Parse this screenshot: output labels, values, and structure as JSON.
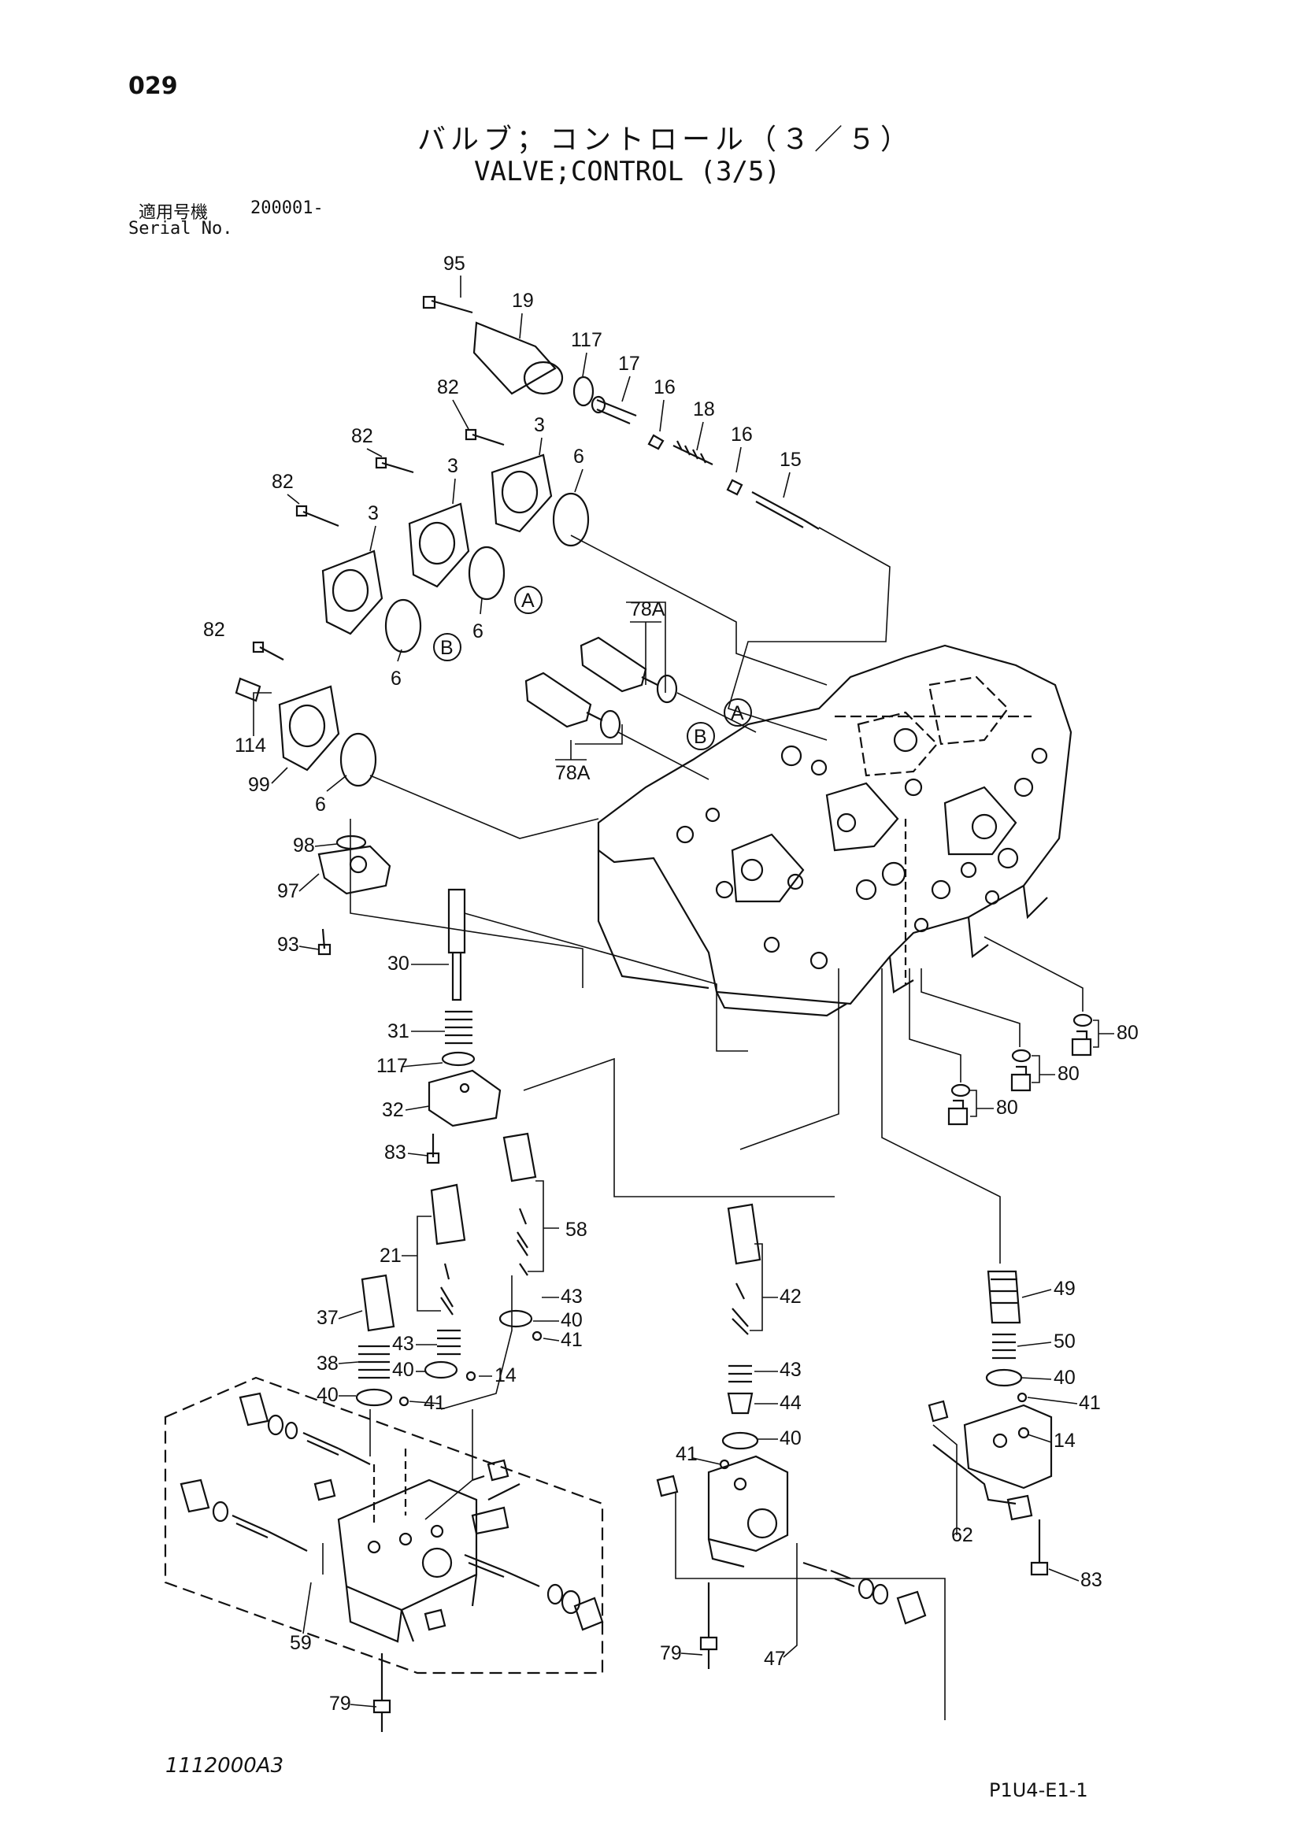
{
  "header": {
    "page_number": "029",
    "title_jp": "バルブ；コントロール（３／５）",
    "title_en": "VALVE;CONTROL (3/5)",
    "serial_label_jp": "適用号機",
    "serial_value": "200001-",
    "serial_label_en": "Serial No."
  },
  "footer": {
    "drawing_code": "1112000A3",
    "sheet_code": "P1U4-E1-1"
  },
  "callouts": {
    "p95": "95",
    "p19": "19",
    "p117a": "117",
    "p17": "17",
    "p16a": "16",
    "p18": "18",
    "p16b": "16",
    "p15": "15",
    "p82a": "82",
    "p82b": "82",
    "p82c": "82",
    "p82d": "82",
    "p3a": "3",
    "p3b": "3",
    "p3c": "3",
    "p6a": "6",
    "p6b": "6",
    "p6c": "6",
    "p6d": "6",
    "pA1": "A",
    "pB1": "B",
    "pA2": "A",
    "pB2": "B",
    "p78Aa": "78A",
    "p78Ab": "78A",
    "p114": "114",
    "p99": "99",
    "p98": "98",
    "p97": "97",
    "p93": "93",
    "p30": "30",
    "p31": "31",
    "p117b": "117",
    "p32": "32",
    "p83a": "83",
    "p58": "58",
    "p21": "21",
    "p43a": "43",
    "p40a": "40",
    "p41a": "41",
    "p37": "37",
    "p43b": "43",
    "p40b": "40",
    "p14a": "14",
    "p38": "38",
    "p40c": "40",
    "p41b": "41",
    "p59": "59",
    "p79a": "79",
    "p80a": "80",
    "p80b": "80",
    "p80c": "80",
    "p42": "42",
    "p43c": "43",
    "p44": "44",
    "p40d": "40",
    "p41c": "41",
    "p79b": "79",
    "p47": "47",
    "p49": "49",
    "p50": "50",
    "p40e": "40",
    "p41d": "41",
    "p14b": "14",
    "p62": "62",
    "p83b": "83"
  }
}
